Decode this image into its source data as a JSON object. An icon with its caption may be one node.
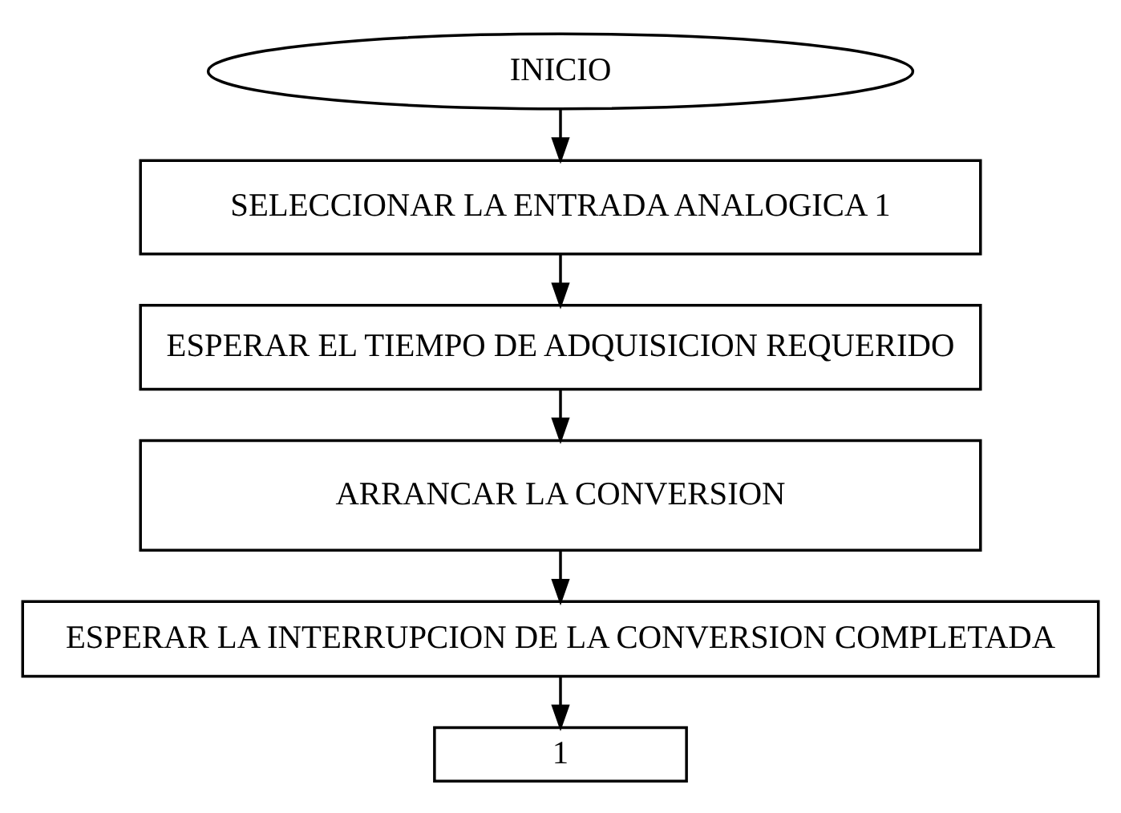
{
  "diagram": {
    "nodes": [
      {
        "text": [
          "INICIO"
        ]
      },
      {
        "text": [
          "SELECCIONAR LA ENTRADA ANALOGICA 1"
        ]
      },
      {
        "text": [
          "ESPERAR EL TIEMPO DE ADQUISICION REQUERIDO"
        ]
      },
      {
        "text": [
          "ARRANCAR LA CONVERSION"
        ]
      },
      {
        "text": [
          "ESPERAR LA INTERRUPCION DE LA CONVERSION COMPLETADA"
        ]
      },
      {
        "text": [
          "1"
        ]
      }
    ],
    "edges": [
      {
        "from": 0,
        "to": 1,
        "arrow": "to"
      },
      {
        "from": 1,
        "to": 2,
        "arrow": "to"
      },
      {
        "from": 2,
        "to": 3,
        "arrow": "to"
      },
      {
        "from": 3,
        "to": 4,
        "arrow": "to"
      },
      {
        "from": 4,
        "to": 5,
        "arrow": "to"
      }
    ]
  }
}
